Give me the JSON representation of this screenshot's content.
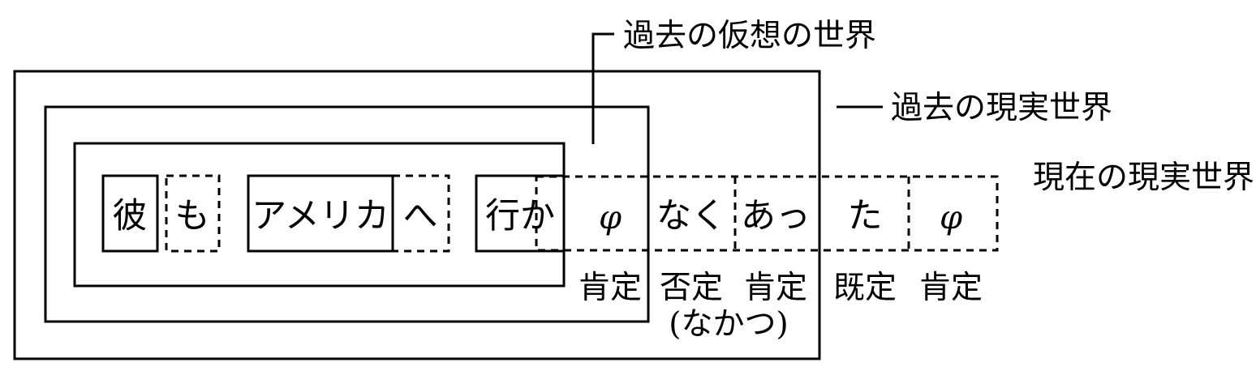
{
  "labels": {
    "past_hypothetical_world": "過去の仮想の世界",
    "past_real_world": "過去の現実世界",
    "present_real_world": "現在の現実世界"
  },
  "tokens": {
    "kare": "彼",
    "mo": "も",
    "amerika": "アメリカ",
    "he": "へ",
    "ika": "行か",
    "phi1": "φ",
    "naku": "なく",
    "atsu": "あっ",
    "ta": "た",
    "phi2": "φ"
  },
  "polarity": {
    "phi1": "肯定",
    "naku": "否定",
    "naku_note": "(なかつ)",
    "atsu": "肯定",
    "ta": "既定",
    "phi2": "肯定"
  }
}
